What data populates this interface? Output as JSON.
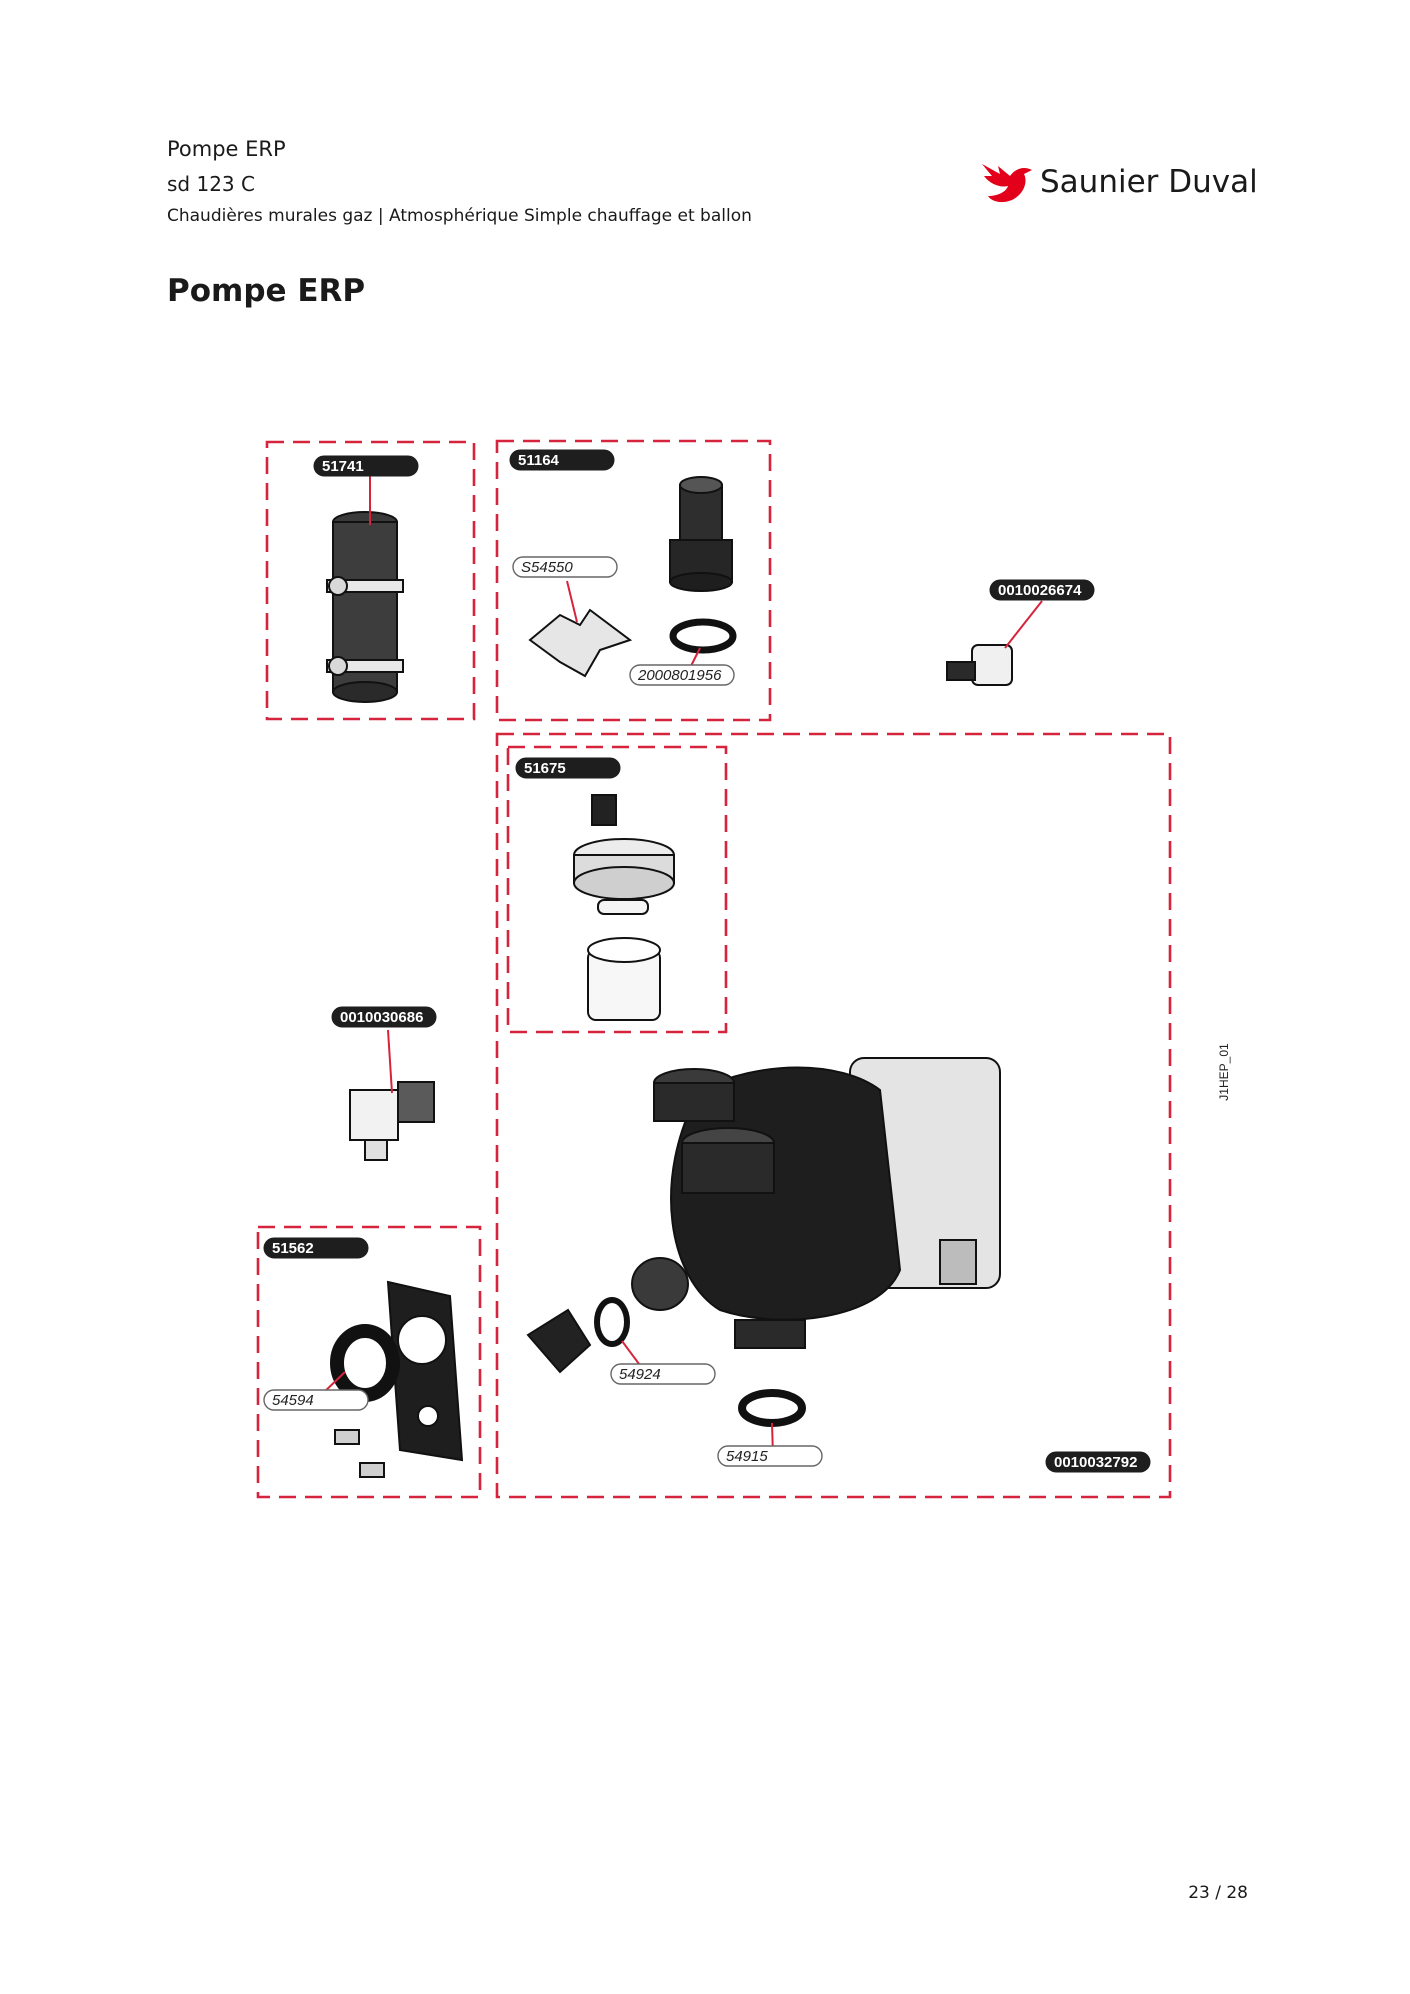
{
  "header": {
    "title": "Pompe ERP",
    "model": "sd 123 C",
    "subtitle": "Chaudières murales gaz | Atmosphérique Simple chauffage et ballon"
  },
  "brand": {
    "name": "Saunier Duval",
    "color": "#e2001a"
  },
  "page_heading": "Pompe ERP",
  "diagram": {
    "code": "J1HEP_01",
    "group_labels": [
      "51741",
      "51164",
      "0010026674",
      "51675",
      "0010030686",
      "51562",
      "0010032792"
    ],
    "part_labels": [
      "S54550",
      "2000801956",
      "54924",
      "54915",
      "54594"
    ]
  },
  "page_number": "23 / 28",
  "colors": {
    "frame": "#d6243c",
    "part_dark": "#222222",
    "label_bg": "#1e1e1e"
  }
}
